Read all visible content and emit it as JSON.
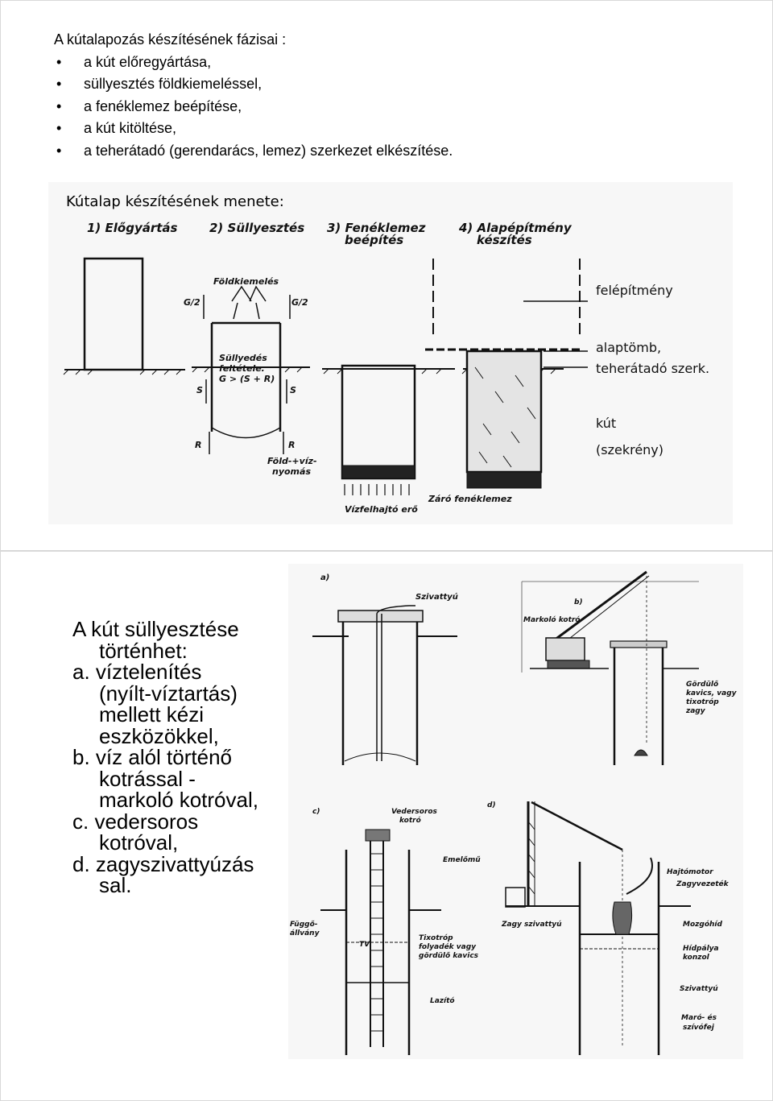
{
  "slide1": {
    "intro_title": "A kútalapozás készítésének fázisai :",
    "bullets": [
      "a kút előregyártása,",
      "süllyesztés földkiemeléssel,",
      "a fenéklemez beépítése,",
      "a kút kitöltése,",
      "a teherátadó (gerendarács, lemez) szerkezet elkészítése."
    ],
    "bullet_symbol": "•",
    "figure": {
      "title": "Kútalap készítésének menete:",
      "steps": [
        "1) Előgyártás",
        "2) Süllyesztés",
        "3) Fenéklemez",
        "beépítés",
        "4) Alapépítmény",
        "készítés"
      ],
      "labels": {
        "foldkiemeles": "Földkiemelés",
        "g2_left": "G/2",
        "g2_right": "G/2",
        "sullyedes_1": "Süllyedés",
        "sullyedes_2": "feltétele:",
        "sullyedes_3": "G > (S + R)",
        "s_left": "S",
        "s_right": "S",
        "r_left": "R",
        "r_right": "R",
        "fold_viz_1": "Föld-+víz-",
        "fold_viz_2": "nyomás",
        "vizfelhajto": "Vízfelhajtó erő",
        "zaro": "Záró fenéklemez",
        "felepitmeny": "felépítmény",
        "alaptomb": "alaptömb,",
        "teheratado": "teherátadó szerk.",
        "kut": "kút",
        "szekreny": "(szekrény)"
      }
    }
  },
  "slide2": {
    "lines": [
      "A kút süllyesztése",
      "történhet:",
      "a. víztelenítés",
      "(nyílt-víztartás)",
      "mellett kézi",
      "eszközökkel,",
      "b. víz alól történő",
      "kotrással -",
      "markoló kotróval,",
      "c. vedersoros",
      "kotróval,",
      "d. zagyszivattyúzás",
      "sal."
    ],
    "figure_labels": {
      "a": "a)",
      "szivattyu": "Szivattyú",
      "b": "b)",
      "markolo": "Markoló kotró",
      "gordulo_1": "Gördülő",
      "gordulo_2": "kavics, vagy",
      "gordulo_3": "tixotróp",
      "gordulo_4": "zagy",
      "c": "c)",
      "vedersoros_1": "Vedersoros",
      "vedersoros_2": "kotró",
      "d": "d)",
      "emelomu": "Emelőmű",
      "hajtomotor": "Hajtómotor",
      "zagyvezetek": "Zagyvezeték",
      "fuggo_1": "Függő-",
      "fuggo_2": "állvány",
      "tixotrop_1": "Tixotróp",
      "tixotrop_2": "folyadék vagy",
      "tixotrop_3": "gördülő kavics",
      "zagy_sziv": "Zagy szivattyú",
      "mozgohid": "Mozgóhíd",
      "hidpalya_1": "Hídpálya",
      "hidpalya_2": "konzol",
      "tv": "TV",
      "lazito": "Lazító",
      "szivattyu2": "Szivattyú",
      "maro_1": "Maró- és",
      "maro_2": "szívófej"
    }
  }
}
